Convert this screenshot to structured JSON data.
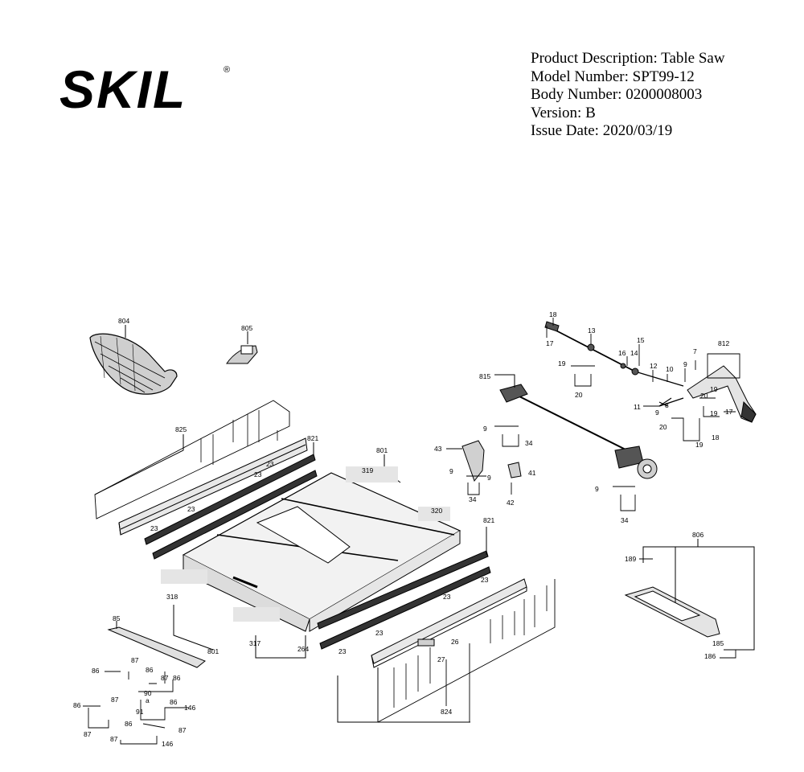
{
  "brand": {
    "name": "SKIL",
    "mark": "®"
  },
  "info": {
    "product": "Product Description: Table Saw",
    "model": "Model Number: SPT99-12",
    "body": "Body Number: 0200008003",
    "version": "Version: B",
    "issue": "Issue Date: 2020/03/19"
  },
  "parts": {
    "p804": "804",
    "p805": "805",
    "p825": "825",
    "p821a": "821",
    "p821b": "821",
    "p801a": "801",
    "p801b": "801",
    "p319": "319",
    "p320": "320",
    "p318": "318",
    "p317": "317",
    "p264": "264",
    "p23a": "23",
    "p23b": "23",
    "p23c": "23",
    "p23d": "23",
    "p23e": "23",
    "p23f": "23",
    "p23g": "23",
    "p23h": "23",
    "p85": "85",
    "p86a": "86",
    "p86b": "86",
    "p86c": "86",
    "p86d": "86",
    "p86e": "86",
    "p86f": "86",
    "p87a": "87",
    "p87b": "87",
    "p87c": "87",
    "p87d": "87",
    "p87e": "87",
    "p87f": "87",
    "p90": "90",
    "p91": "91",
    "p146a": "146",
    "p146b": "146",
    "p824": "824",
    "p26": "26",
    "p27": "27",
    "p43": "43",
    "p9a": "9",
    "p9b": "9",
    "p9c": "9",
    "p9d": "9",
    "p9e": "9",
    "p9f": "9",
    "p34a": "34",
    "p34b": "34",
    "p34c": "34",
    "p41": "41",
    "p42": "42",
    "p815": "815",
    "p18a": "18",
    "p18b": "18",
    "p17a": "17",
    "p17b": "17",
    "p13": "13",
    "p15": "15",
    "p16": "16",
    "p14": "14",
    "p12": "12",
    "p10": "10",
    "p7": "7",
    "p812": "812",
    "p19a": "19",
    "p19b": "19",
    "p19c": "19",
    "p20a": "20",
    "p20b": "20",
    "p20c": "20",
    "p11": "11",
    "p8": "8",
    "p806": "806",
    "p189": "189",
    "p185": "185",
    "p186": "186",
    "pa": "a"
  },
  "colors": {
    "ink": "#000000",
    "paper": "#ffffff",
    "shade": "#cfcfcf"
  }
}
